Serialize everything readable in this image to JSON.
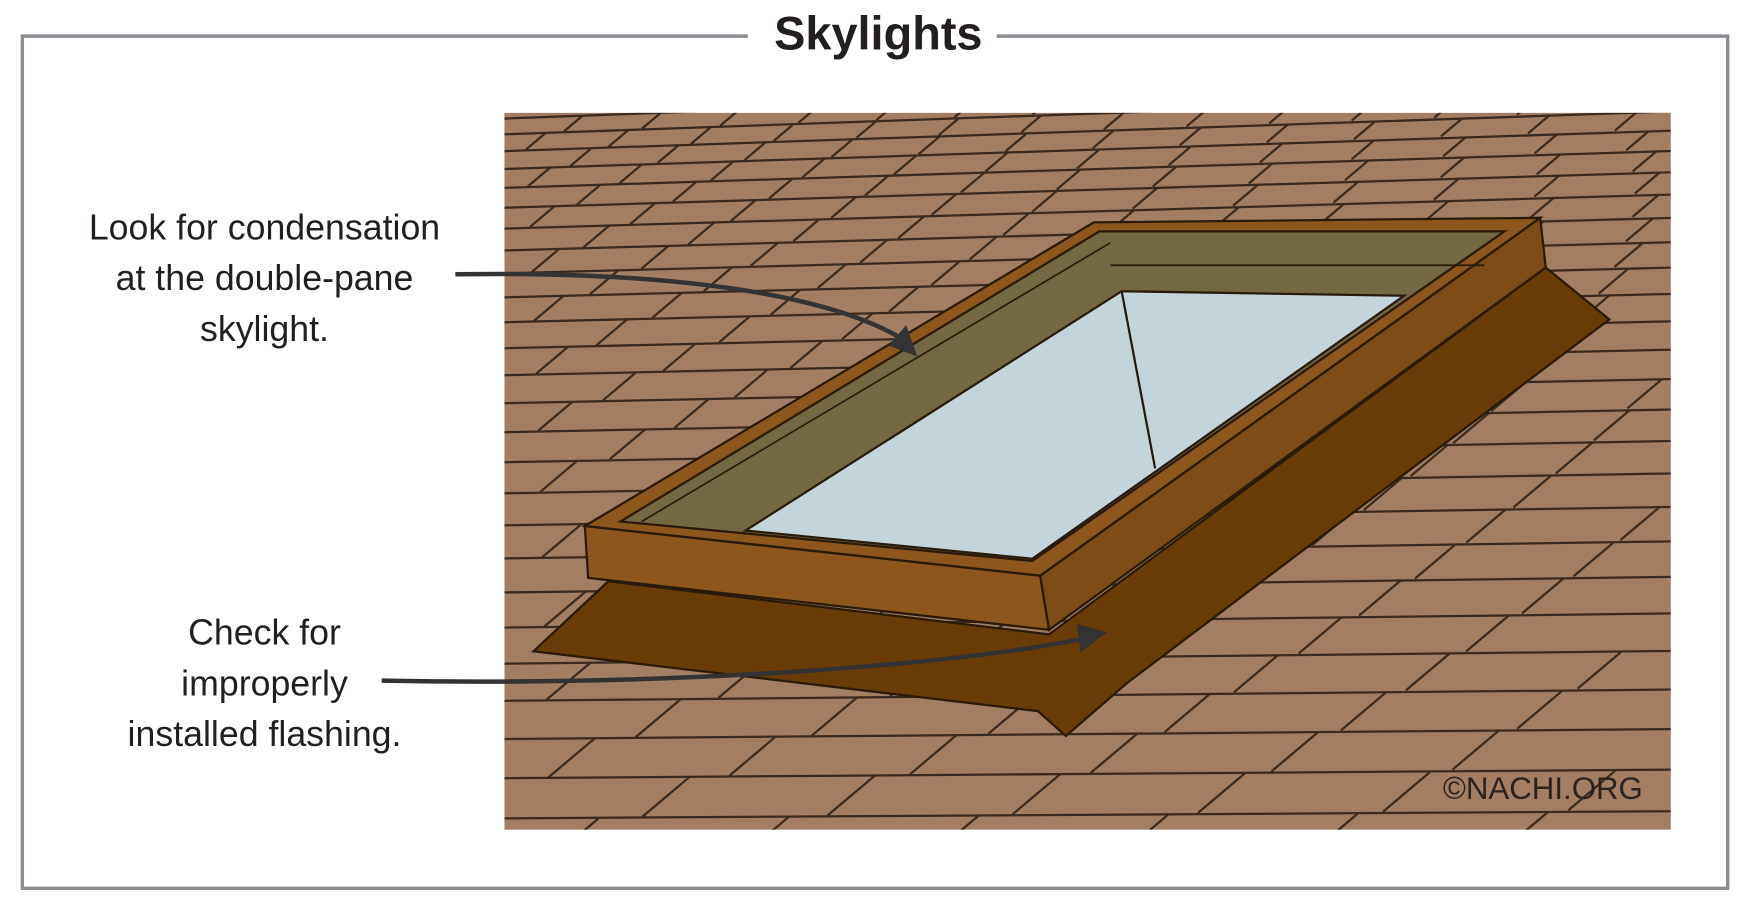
{
  "title": "Skylights",
  "callouts": [
    {
      "lines": [
        "Look for condensation",
        "at the double-pane",
        "skylight."
      ]
    },
    {
      "lines": [
        "Check for",
        "improperly",
        "installed flashing."
      ]
    }
  ],
  "watermark": "©NACHI.ORG",
  "colors": {
    "frame_border": "#8a8d91",
    "roof": "#a47e62",
    "shingle_line": "#3b2a1f",
    "flashing": "#6a3c08",
    "wood": "#8c561c",
    "inner_well": "#746843",
    "glass": "#c3d4db",
    "arrow": "#333333"
  }
}
